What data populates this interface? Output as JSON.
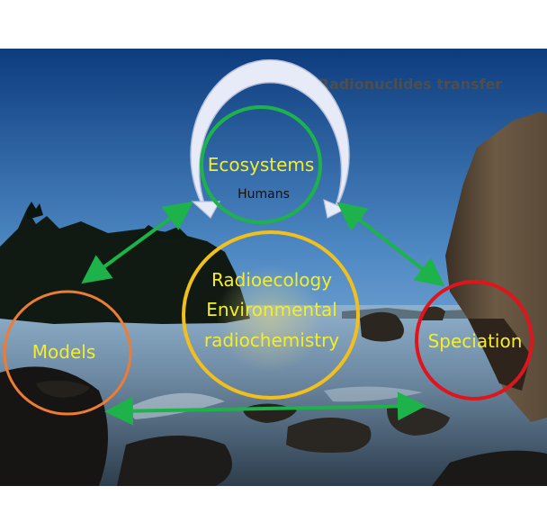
{
  "diagram": {
    "title": "Radionuclides transfer",
    "nodes": {
      "ecosystems": {
        "label": "Ecosystems",
        "sublabel": "Humans",
        "color": "#1db34a"
      },
      "center": {
        "lines": [
          "Radioecology",
          "Environmental",
          "radiochemistry"
        ],
        "color": "#f2c01c"
      },
      "models": {
        "label": "Models",
        "color": "#ee7d33"
      },
      "speciation": {
        "label": "Speciation",
        "color": "#e0141c"
      }
    },
    "arrow_color": "#1db34a",
    "cycle_arrow_color": "#dde3f5"
  }
}
